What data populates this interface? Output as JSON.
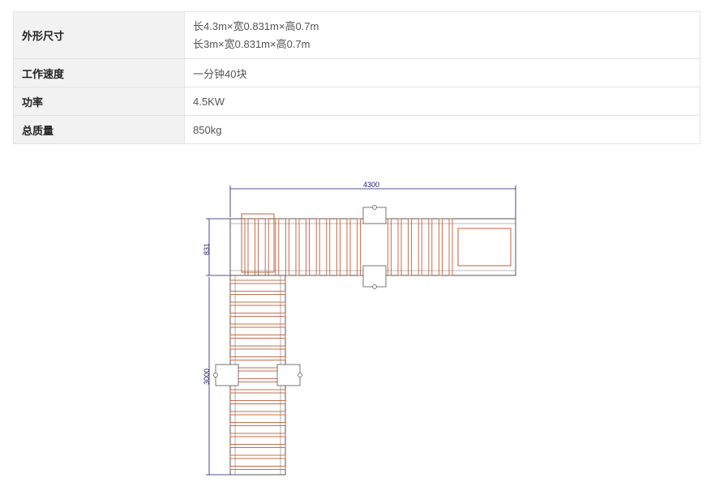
{
  "specs": [
    {
      "label": "外形尺寸",
      "values": [
        "长4.3m×宽0.831m×高0.7m",
        "长3m×宽0.831m×高0.7m"
      ]
    },
    {
      "label": "工作速度",
      "values": [
        "一分钟40块"
      ]
    },
    {
      "label": "功率",
      "values": [
        "4.5KW"
      ]
    },
    {
      "label": "总质量",
      "values": [
        "850kg"
      ]
    }
  ],
  "drawing": {
    "dim_horizontal": "4300",
    "dim_width": "831",
    "dim_vertical": "3000"
  },
  "colors": {
    "roller": "#c0603a",
    "frame": "#555555",
    "dimension": "#1a1a6e"
  }
}
